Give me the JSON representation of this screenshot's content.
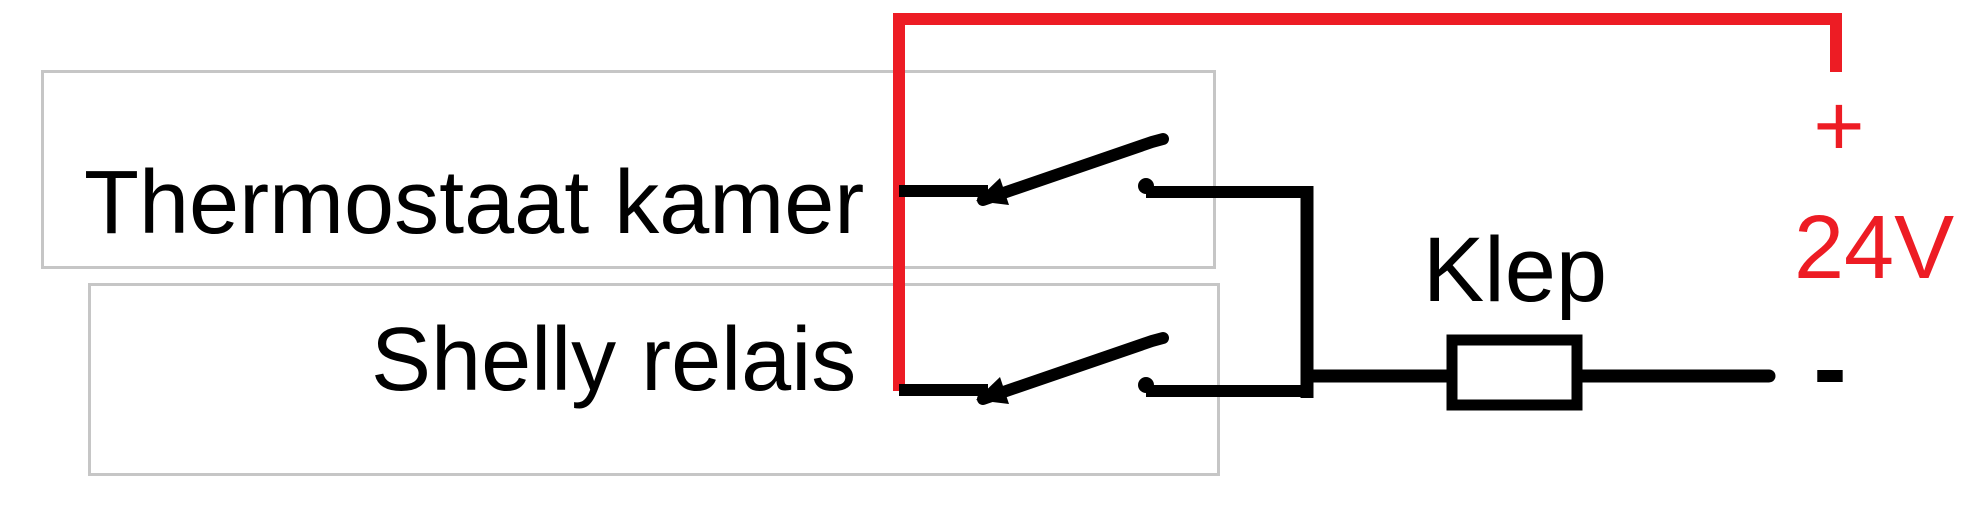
{
  "diagram": {
    "thermostat_box": {
      "label": "Thermostaat kamer"
    },
    "relay_box": {
      "label": "Shelly relais"
    },
    "valve": {
      "label": "Klep"
    },
    "supply": {
      "plus_label": "+",
      "voltage_label": "24V",
      "minus_label": "-"
    },
    "colors": {
      "positive_wire": "#ed1c24",
      "neutral_wire": "#000000",
      "box_border": "#c6c6c6",
      "label_text": "#000000"
    }
  }
}
